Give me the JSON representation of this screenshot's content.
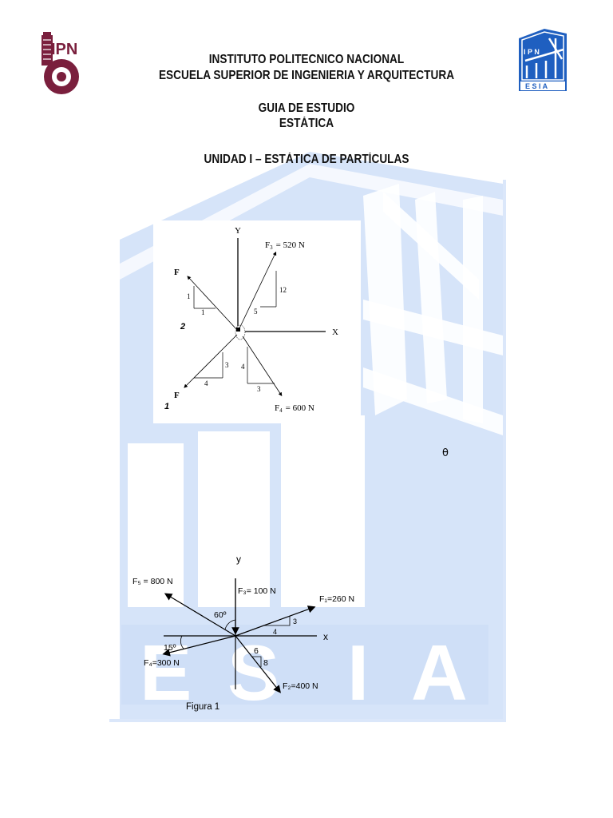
{
  "header": {
    "institution": "INSTITUTO POLITECNICO NACIONAL",
    "school": "ESCUELA SUPERIOR DE INGENIERIA Y ARQUITECTURA",
    "guide_title": "GUIA DE ESTUDIO",
    "subject": "ESTÁTICA",
    "unit_title": "UNIDAD I – ESTÁTICA DE PARTÍCULAS"
  },
  "logos": {
    "left": {
      "text": "IPN",
      "color": "#7a1f3d"
    },
    "right": {
      "top_text": "I P N",
      "bottom_text": "E S I A",
      "color": "#1f5fc0"
    }
  },
  "watermark": {
    "text": "E S I A",
    "color": "#cfdff7"
  },
  "figure_top": {
    "axis_x": "X",
    "axis_y": "Y",
    "force_f3": {
      "label": "F",
      "subscript": "3",
      "value": "= 520 N",
      "slope_rise": "12",
      "slope_run": "5"
    },
    "force_f4": {
      "label": "F",
      "subscript": "4",
      "value": "= 600 N",
      "slope_rise": "4",
      "slope_run": "3"
    },
    "force_f2": {
      "label": "F",
      "index_label": "2",
      "slope_rise": "1",
      "slope_run": "1"
    },
    "force_f1": {
      "label": "F",
      "index_label": "1",
      "slope_rise": "3",
      "slope_run": "4"
    }
  },
  "theta_symbol": "θ",
  "figure_1": {
    "caption": "Figura 1",
    "axis_x": "x",
    "axis_y": "y",
    "forces": [
      {
        "name": "F₁=260 N",
        "slope_rise": "3",
        "slope_run": "4"
      },
      {
        "name": "F₂=400 N",
        "slope_rise": "8",
        "slope_run": "6"
      },
      {
        "name": "F₃= 100 N"
      },
      {
        "name": "F₄=300 N",
        "angle": "15º"
      },
      {
        "name": "F₅ = 800 N",
        "angle": "60º"
      }
    ]
  }
}
